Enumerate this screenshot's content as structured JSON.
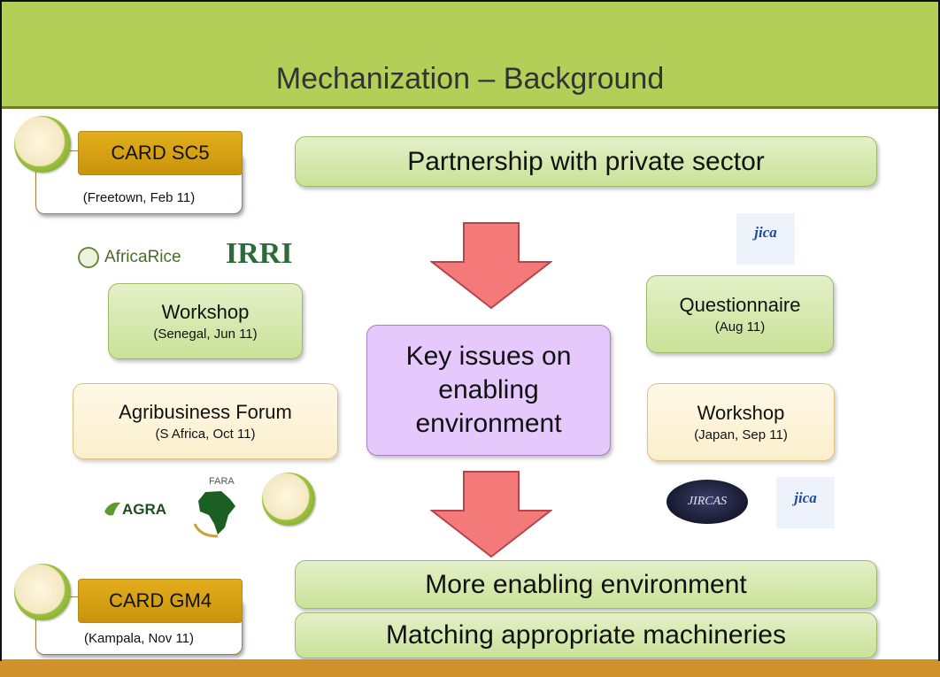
{
  "slide": {
    "title": "Mechanization – Background",
    "top_left": {
      "main": "CARD SC5",
      "sub": "(Freetown, Feb 11)"
    },
    "bottom_left": {
      "main": "CARD GM4",
      "sub": "(Kampala, Nov 11)"
    },
    "top_banner": "Partnership with private sector",
    "bottom_banners": [
      "More enabling environment",
      "Matching appropriate machineries"
    ],
    "center_box": {
      "lines": [
        "Key issues on",
        "enabling",
        "environment"
      ]
    },
    "left_boxes": [
      {
        "main": "Workshop",
        "sub": "(Senegal, Jun 11)"
      },
      {
        "main": "Agribusiness Forum",
        "sub": "(S Africa, Oct 11)"
      }
    ],
    "right_boxes": [
      {
        "main": "Questionnaire",
        "sub": "(Aug 11)"
      },
      {
        "main": "Workshop",
        "sub": "(Japan, Sep 11)"
      }
    ],
    "logos": {
      "africarice": "AfricaRice",
      "irri": "IRRI",
      "agra": "AGRA",
      "fara": "FARA",
      "jircas": "JIRCAS",
      "jica": "jica"
    },
    "colors": {
      "title_band": "#b3cf57",
      "card_gold": "#d9a516",
      "green_box": "#d7e8b0",
      "cream_box": "#fdf3d8",
      "purple_box": "#e5c8fc",
      "arrow_fill": "#f47a7a",
      "bottom_bar": "#d1922b"
    }
  }
}
